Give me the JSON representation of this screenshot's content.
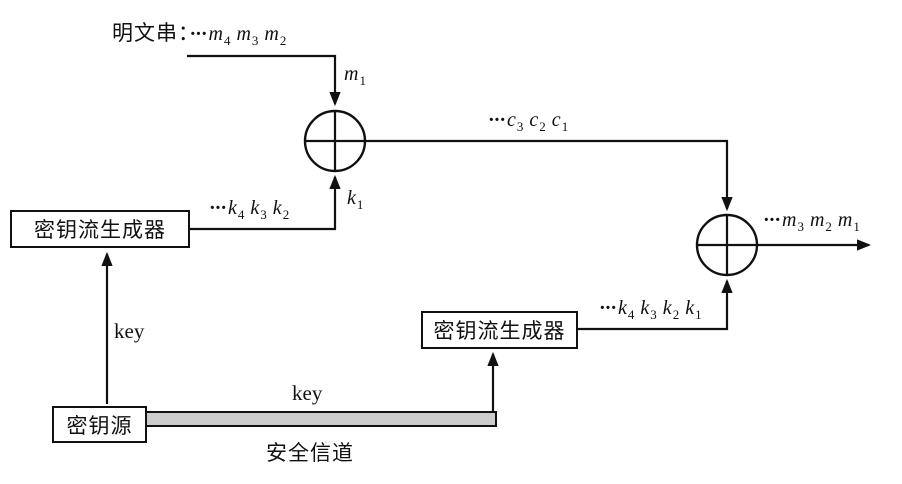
{
  "diagram": {
    "plaintext_prefix": "明文串：",
    "plaintext_stream": [
      {
        "t": "···"
      },
      {
        "t": "m",
        "sub": "4"
      },
      {
        "t": " "
      },
      {
        "t": "m",
        "sub": "3"
      },
      {
        "t": " "
      },
      {
        "t": "m",
        "sub": "2"
      }
    ],
    "m1": [
      {
        "t": "m",
        "sub": "1"
      }
    ],
    "cipher_stream": [
      {
        "t": "···"
      },
      {
        "t": "c",
        "sub": "3"
      },
      {
        "t": " "
      },
      {
        "t": "c",
        "sub": "2"
      },
      {
        "t": " "
      },
      {
        "t": "c",
        "sub": "1"
      }
    ],
    "keystream_left": [
      {
        "t": "···"
      },
      {
        "t": "k",
        "sub": "4"
      },
      {
        "t": " "
      },
      {
        "t": "k",
        "sub": "3"
      },
      {
        "t": " "
      },
      {
        "t": "k",
        "sub": "2"
      }
    ],
    "k1": [
      {
        "t": "k",
        "sub": "1"
      }
    ],
    "output_stream": [
      {
        "t": "···"
      },
      {
        "t": "m",
        "sub": "3"
      },
      {
        "t": " "
      },
      {
        "t": "m",
        "sub": "2"
      },
      {
        "t": " "
      },
      {
        "t": "m",
        "sub": "1"
      }
    ],
    "keystream_right": [
      {
        "t": "···"
      },
      {
        "t": "k",
        "sub": "4"
      },
      {
        "t": " "
      },
      {
        "t": "k",
        "sub": "3"
      },
      {
        "t": " "
      },
      {
        "t": "k",
        "sub": "2"
      },
      {
        "t": " "
      },
      {
        "t": "k",
        "sub": "1"
      }
    ],
    "key_left": "key",
    "key_bottom": "key",
    "secure_channel": "安全信道",
    "keygen_left": "密钥流生成器",
    "keygen_right": "密钥流生成器",
    "key_source": "密钥源",
    "colors": {
      "line": "#111111",
      "channel_fill": "#cccccc",
      "background": "#ffffff"
    }
  }
}
